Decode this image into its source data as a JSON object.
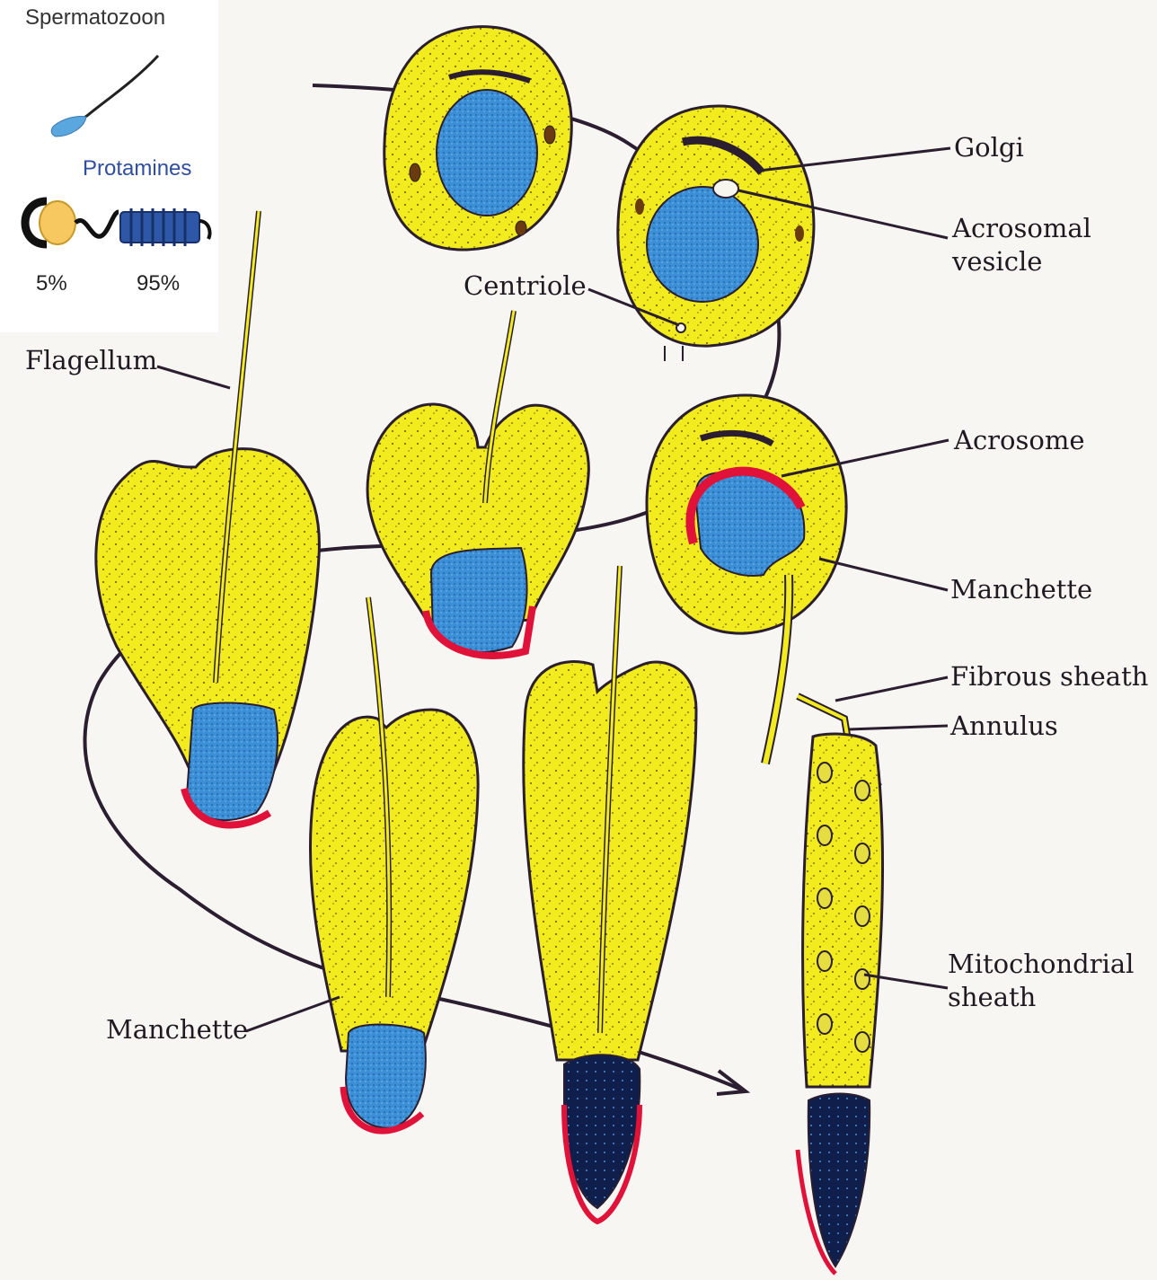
{
  "inset": {
    "title": "Spermatozoon",
    "protamines": "Protamines",
    "pct_left": "5%",
    "pct_right": "95%"
  },
  "labels": {
    "golgi": "Golgi",
    "acrosomal_vesicle_1": "Acrosomal",
    "acrosomal_vesicle_2": "vesicle",
    "centriole": "Centriole",
    "flagellum": "Flagellum",
    "acrosome": "Acrosome",
    "manchette_right": "Manchette",
    "fibrous_sheath": "Fibrous sheath",
    "annulus": "Annulus",
    "mitochondrial_sheath_1": "Mitochondrial",
    "mitochondrial_sheath_2": "sheath",
    "manchette_left": "Manchette"
  },
  "colors": {
    "cytoplasm": "#f2ec1e",
    "nucleus": "#3a8fd6",
    "nucleus_dark": "#0f1e4a",
    "acrosome": "#e0123a",
    "outline": "#2a1e30",
    "inset_blue": "#2f57a8"
  }
}
